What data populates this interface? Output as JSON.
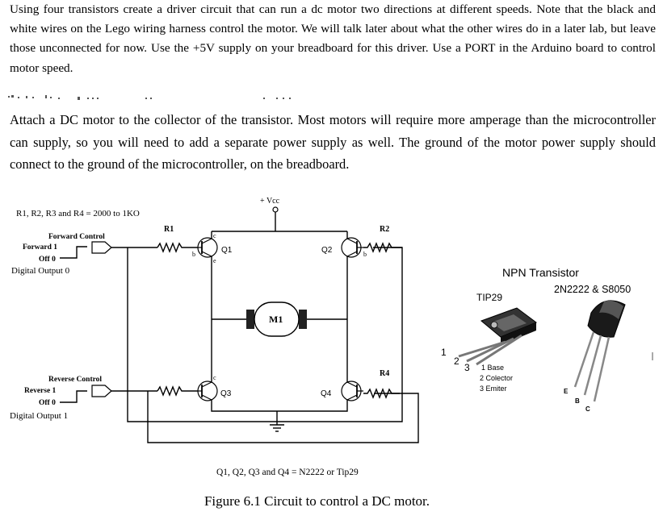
{
  "text": {
    "para1": "Using four transistors create a driver circuit that can run a dc motor two directions at different speeds. Note that the black and white wires on the Lego wiring harness control the motor. We will talk later about what the other wires do in a later lab, but leave those unconnected for now. Use the +5V supply on your breadboard for this driver. Use a PORT in the Arduino board to control motor speed.",
    "para2": "Attach a DC motor to the collector of the transistor. Most motors will require more amperage than the microcontroller can supply, so you will need to add a separate power supply as well. The ground of the motor power supply should connect to the ground of the microcontroller, on the breadboard."
  },
  "circuit": {
    "resistor_note": "R1, R2, R3 and R4 = 2000 to 1KO",
    "vcc": "+ Vcc",
    "forward_control": "Forward Control",
    "forward_1": "Forward 1",
    "off_0_top": "Off 0",
    "digital_output_0": "Digital Output 0",
    "reverse_control": "Reverse Control",
    "reverse_1": "Reverse 1",
    "off_0_bottom": "Off 0",
    "digital_output_1": "Digital Output 1",
    "r1": "R1",
    "r2": "R2",
    "r4": "R4",
    "q1": "Q1",
    "q2": "Q2",
    "q3": "Q3",
    "q4": "Q4",
    "motor": "M1",
    "pin_b": "b",
    "pin_c": "c",
    "pin_e": "e",
    "transistor_note": "Q1, Q2, Q3 and Q4 = N2222 or Tip29"
  },
  "components": {
    "npn_title": "NPN Transistor",
    "tip29": "TIP29",
    "small_npn": "2N2222 & S8050",
    "pin1": "1",
    "pin2": "2",
    "pin3": "3",
    "pin_list": [
      "1 Base",
      "2 Colector",
      "3 Emiter"
    ],
    "leg_e": "E",
    "leg_b": "B",
    "leg_c": "C"
  },
  "caption": "Figure 6.1 Circuit to control a DC motor."
}
